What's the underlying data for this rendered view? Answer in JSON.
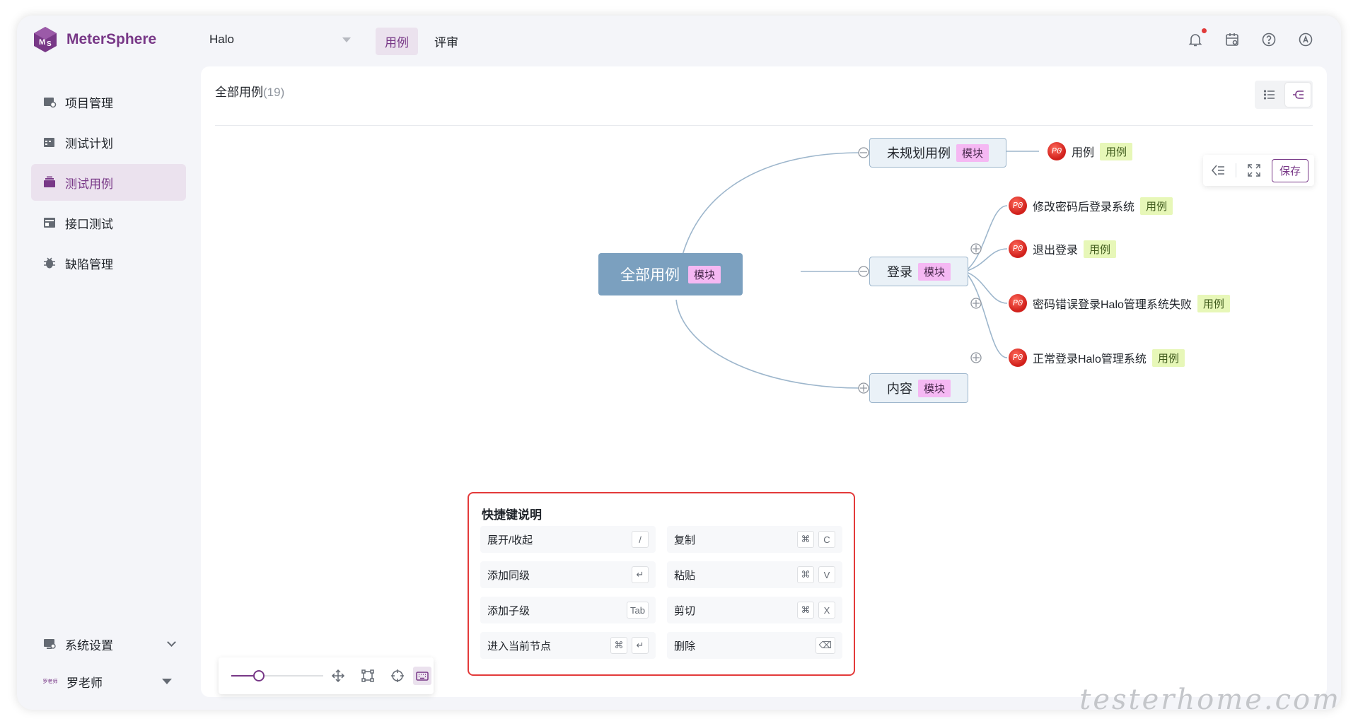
{
  "app": {
    "brand": "MeterSphere",
    "brand_color": "#783887"
  },
  "project": {
    "selected": "Halo"
  },
  "nav_tabs": [
    {
      "label": "用例",
      "active": true
    },
    {
      "label": "评审",
      "active": false
    }
  ],
  "top_icons": [
    "bell-icon",
    "calendar-icon",
    "help-icon",
    "translate-icon"
  ],
  "sidebar": {
    "items": [
      {
        "label": "项目管理",
        "icon": "folder-settings-icon"
      },
      {
        "label": "测试计划",
        "icon": "calendar-test-icon"
      },
      {
        "label": "测试用例",
        "icon": "case-icon",
        "active": true
      },
      {
        "label": "接口测试",
        "icon": "api-icon"
      },
      {
        "label": "缺陷管理",
        "icon": "bug-icon"
      }
    ],
    "settings_label": "系统设置",
    "user": {
      "avatar_text": "罗老师",
      "name": "罗老师"
    }
  },
  "main": {
    "title": "全部用例",
    "count": "(19)",
    "save_label": "保存"
  },
  "mindmap": {
    "root": {
      "label": "全部用例",
      "tag": "模块"
    },
    "modules": [
      {
        "label": "未规划用例",
        "tag": "模块"
      },
      {
        "label": "登录",
        "tag": "模块"
      },
      {
        "label": "内容",
        "tag": "模块"
      }
    ],
    "cases": [
      {
        "priority": "P0",
        "label": "用例",
        "tag": "用例"
      },
      {
        "priority": "P0",
        "label": "修改密码后登录系统",
        "tag": "用例"
      },
      {
        "priority": "P0",
        "label": "退出登录",
        "tag": "用例"
      },
      {
        "priority": "P0",
        "label": "密码错误登录Halo管理系统失败",
        "tag": "用例"
      },
      {
        "priority": "P0",
        "label": "正常登录Halo管理系统",
        "tag": "用例"
      }
    ]
  },
  "shortcuts": {
    "title": "快捷键说明",
    "items": [
      {
        "label": "展开/收起",
        "keys": [
          "/"
        ]
      },
      {
        "label": "复制",
        "keys": [
          "⌘",
          "C"
        ]
      },
      {
        "label": "添加同级",
        "keys": [
          "↵"
        ]
      },
      {
        "label": "粘贴",
        "keys": [
          "⌘",
          "V"
        ]
      },
      {
        "label": "添加子级",
        "keys": [
          "Tab"
        ]
      },
      {
        "label": "剪切",
        "keys": [
          "⌘",
          "X"
        ]
      },
      {
        "label": "进入当前节点",
        "keys": [
          "⌘",
          "↵"
        ]
      },
      {
        "label": "删除",
        "keys": [
          "⌫"
        ]
      }
    ]
  },
  "zoom": {
    "level": 0.3
  },
  "watermark": "testerhome.com"
}
